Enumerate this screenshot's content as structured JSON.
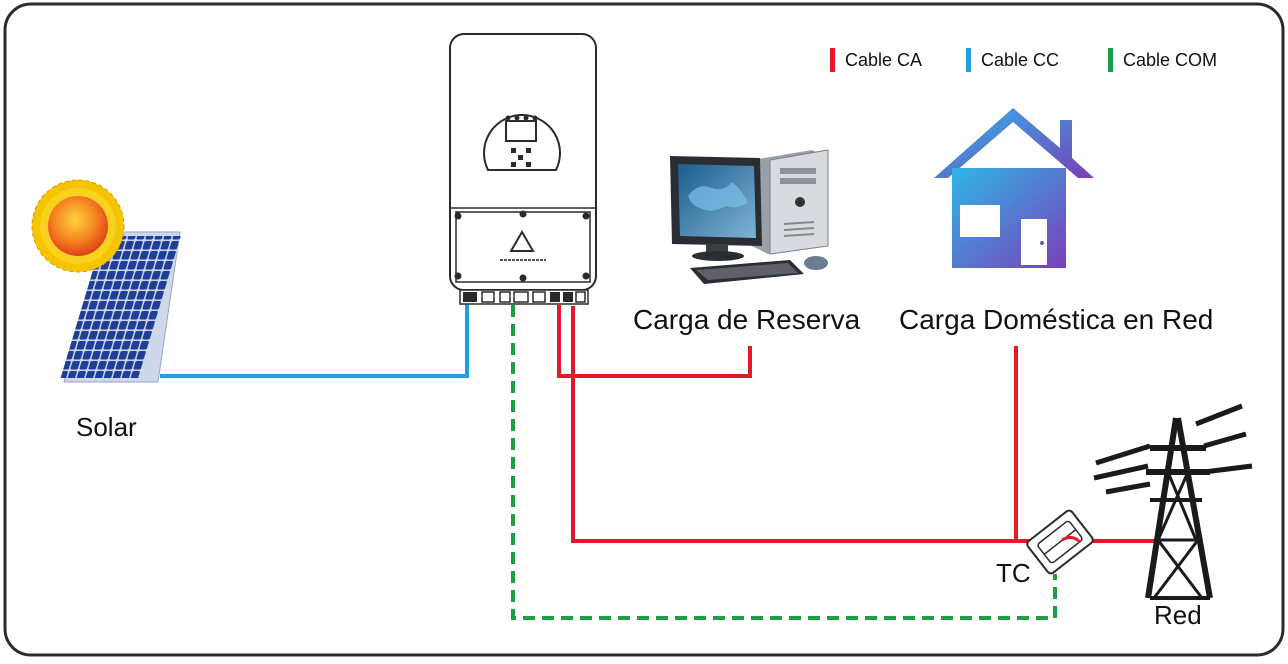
{
  "legend": {
    "items": [
      {
        "label": "Cable CA",
        "color": "#e5192a"
      },
      {
        "label": "Cable CC",
        "color": "#1da1e2"
      },
      {
        "label": "Cable COM",
        "color": "#1e9e45"
      }
    ]
  },
  "labels": {
    "solar": "Solar",
    "backup_load": "Carga de Reserva",
    "home_load": "Carga Doméstica en Red",
    "ct": "TC",
    "grid": "Red"
  },
  "colors": {
    "ac": "#e5192a",
    "dc": "#1da1e2",
    "com": "#1e9e45",
    "frame": "#2b2b2b",
    "house_from": "#2fb6e8",
    "house_to": "#7a3fb8"
  },
  "icons": {
    "solar": "solar-panel-icon",
    "inverter": "hybrid-inverter-icon",
    "computer": "desktop-computer-icon",
    "house": "house-icon",
    "ct": "current-clamp-icon",
    "grid": "transmission-tower-icon"
  }
}
